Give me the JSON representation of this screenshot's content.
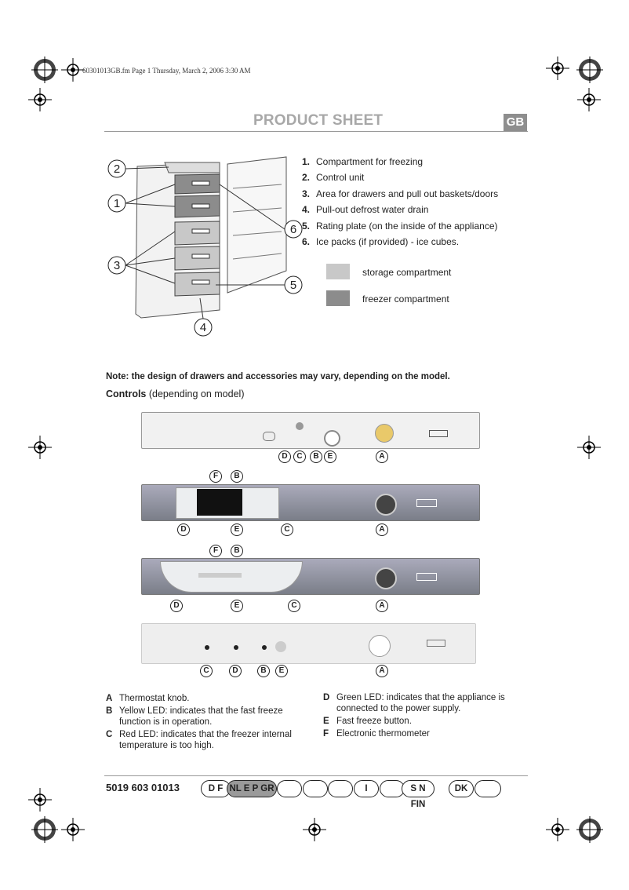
{
  "header": {
    "file_line": "60301013GB.fm  Page 1  Thursday, March 2, 2006  3:30 AM",
    "title": "PRODUCT SHEET",
    "lang": "GB"
  },
  "parts": [
    {
      "num": "1.",
      "text": "Compartment for freezing"
    },
    {
      "num": "2.",
      "text": "Control unit"
    },
    {
      "num": "3.",
      "text": "Area for drawers and pull out baskets/doors"
    },
    {
      "num": "4.",
      "text": "Pull-out defrost water drain"
    },
    {
      "num": "5.",
      "text": "Rating plate (on the inside of the appliance)"
    },
    {
      "num": "6.",
      "text": "Ice packs (if provided) - ice cubes."
    }
  ],
  "legend": [
    {
      "label": "storage compartment",
      "color": "#c8c8c8"
    },
    {
      "label": "freezer compartment",
      "color": "#8c8c8c"
    }
  ],
  "diagram_labels": [
    "2",
    "1",
    "3",
    "6",
    "5",
    "4"
  ],
  "note": "Note: the design of drawers and accessories may vary, depending on the model.",
  "controls_heading": {
    "bold": "Controls",
    "rest": " (depending on model)"
  },
  "panel_labels": {
    "p1": [
      "D",
      "C",
      "B",
      "E",
      "A"
    ],
    "p2_top": [
      "F",
      "B"
    ],
    "p2_bottom": [
      "D",
      "E",
      "C",
      "A"
    ],
    "p3_top": [
      "F",
      "B"
    ],
    "p3_bottom": [
      "D",
      "E",
      "C",
      "A"
    ],
    "p4": [
      "C",
      "D",
      "B",
      "E",
      "A"
    ]
  },
  "descriptions_left": [
    {
      "key": "A",
      "text": "Thermostat knob."
    },
    {
      "key": "B",
      "text": "Yellow LED: indicates that the fast freeze function is in operation."
    },
    {
      "key": "C",
      "text": "Red LED: indicates that the freezer internal temperature is too high."
    }
  ],
  "descriptions_right": [
    {
      "key": "D",
      "text": "Green LED: indicates that the appliance is connected to the power supply."
    },
    {
      "key": "E",
      "text": "Fast freeze button."
    },
    {
      "key": "F",
      "text": "Electronic thermometer"
    }
  ],
  "footer": {
    "code": "5019 603 01013",
    "ovals": [
      "D F",
      "NL E P GR",
      "",
      "",
      "",
      "I",
      "",
      "S N FIN",
      "DK",
      ""
    ]
  }
}
